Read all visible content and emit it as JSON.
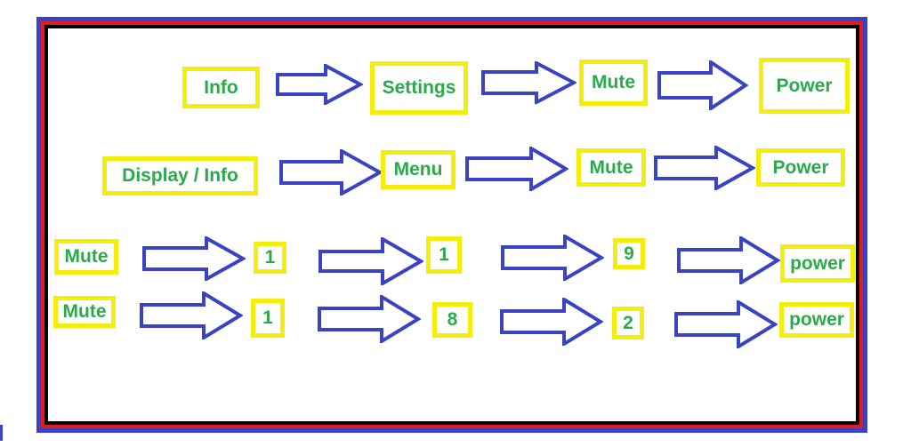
{
  "rows": [
    {
      "steps": [
        "Info",
        "Settings",
        "Mute",
        "Power"
      ]
    },
    {
      "steps": [
        "Display / Info",
        "Menu",
        "Mute",
        "Power"
      ]
    },
    {
      "steps": [
        "Mute",
        "1",
        "1",
        "9",
        "power"
      ]
    },
    {
      "steps": [
        "Mute",
        "1",
        "8",
        "2",
        "power"
      ]
    }
  ],
  "colors": {
    "arrow": "#3a44c2",
    "box_border": "#f4ee0c",
    "text": "#2caa4a",
    "frame_outer": "#3a44c2",
    "frame_middle": "#e21b23",
    "frame_inner": "#000000"
  }
}
